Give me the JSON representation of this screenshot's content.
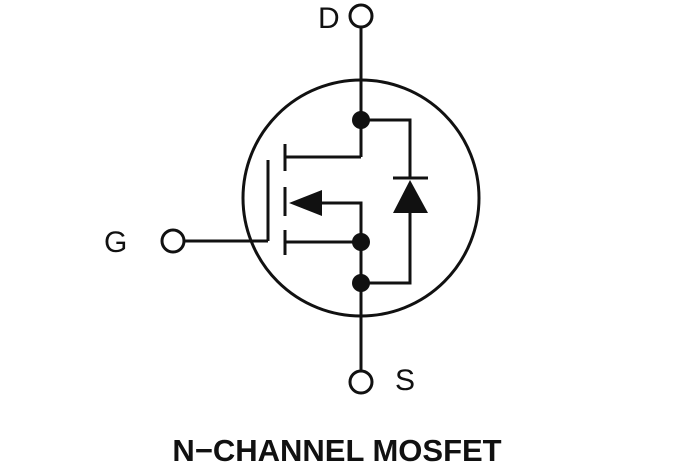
{
  "diagram": {
    "title": "N−CHANNEL MOSFET",
    "component": "n-channel-mosfet-schematic-symbol",
    "terminals": {
      "drain": "D",
      "gate": "G",
      "source": "S"
    },
    "line_color": "#111111",
    "background_color": "#ffffff"
  }
}
